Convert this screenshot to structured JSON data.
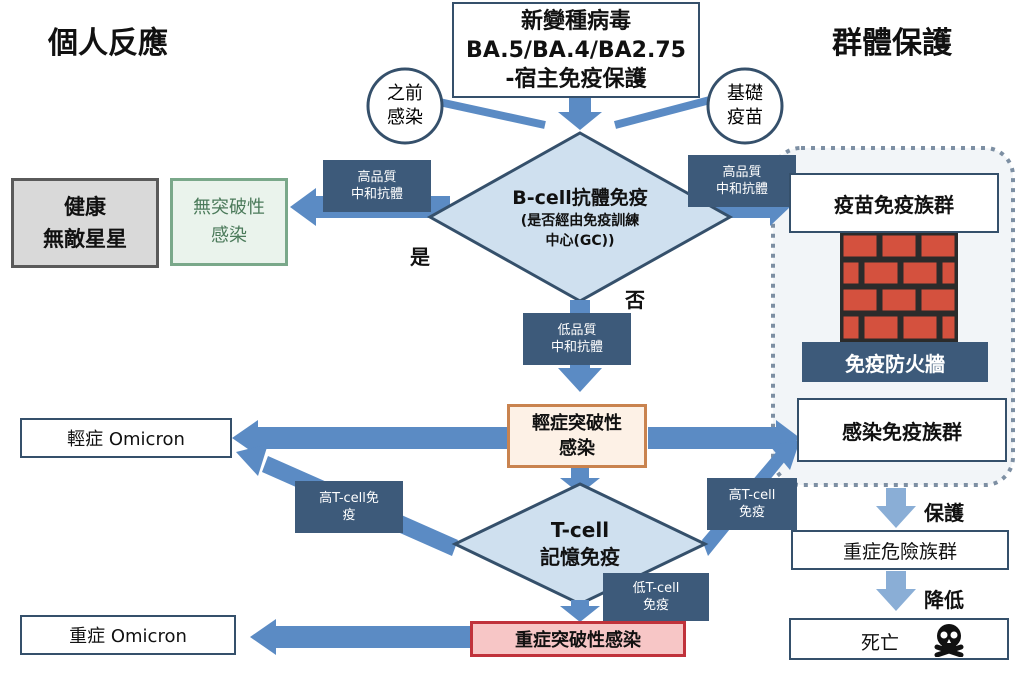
{
  "header": {
    "left": "個人反應",
    "right": "群體保護"
  },
  "top_box": {
    "line1": "新變種病毒",
    "line2": "BA.5/BA.4/BA2.75",
    "line3": "-宿主免疫保護"
  },
  "circles": {
    "left": "之前\n感染",
    "right": "基礎\n疫苗"
  },
  "bcell": {
    "title": "B-cell抗體免疫",
    "sub1": "(是否經由免疫訓練",
    "sub2": "中心(GC))"
  },
  "tags": {
    "high_left": "高品質\n中和抗體",
    "high_right": "高品質\n中和抗體",
    "low": "低品質\n中和抗體",
    "high_t_left": "高T-cell免\n疫",
    "high_t_right": "高T-cell\n免疫",
    "low_t": "低T-cell\n免疫"
  },
  "left_boxes": {
    "healthy": "健康\n無敵星星",
    "no_breakthrough": "無突破性\n感染"
  },
  "answers": {
    "yes": "是",
    "no": "否"
  },
  "right_panel": {
    "vaccine_group": "疫苗免疫族群",
    "firewall": "免疫防火牆",
    "infection_group": "感染免疫族群"
  },
  "mild": {
    "center": "輕症突破性\n感染",
    "left": "輕症 Omicron"
  },
  "tcell": {
    "line1": "T-cell",
    "line2": "記憶免疫"
  },
  "severe": {
    "center": "重症突破性感染",
    "left": "重症 Omicron"
  },
  "side": {
    "protect_label": "保護",
    "risk_group": "重症危險族群",
    "reduce_label": "降低",
    "death": "死亡",
    "skull_icon": "skull-crossbones-icon"
  },
  "colors": {
    "arrow": "#5b8bc4",
    "tag": "#3d5a7a",
    "diamond": "#cfe0ef",
    "box_border": "#35506b",
    "healthy_bg": "#d9d9d9",
    "no_breakthrough_border": "#7aa88a",
    "mild_border": "#c9834f",
    "severe_bg": "#f7c6c6",
    "severe_border": "#c0323b",
    "brick": "#d4513e",
    "dotted_border": "#7d8fa3",
    "grey_arrow": "#8aaed6"
  }
}
